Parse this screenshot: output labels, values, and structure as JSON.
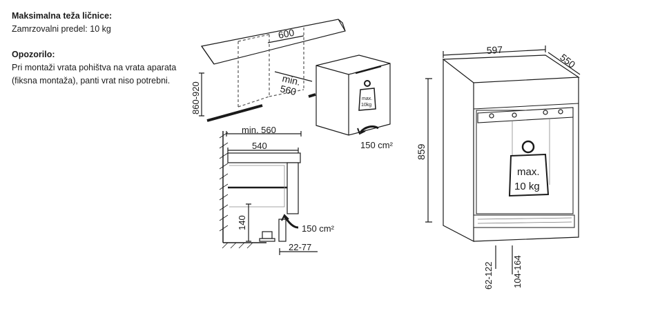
{
  "notes": {
    "load_heading": "Maksimalna teža ličnice:",
    "load_text": "Zamrzovalni predel: 10 kg",
    "warning_heading": "Opozorilo:",
    "warning_line1": "Pri montaži vrata pohištva na vrata aparata",
    "warning_line2": "(fiksna montaža), panti vrat niso potrebni."
  },
  "niche_view": {
    "width": "600",
    "height": "860-920",
    "min_depth_label": "min.",
    "min_depth_value": "560",
    "vent_area": "150 cm²",
    "weight_label": "max.",
    "weight_value": "10kg"
  },
  "section_view": {
    "min_depth": "min. 560",
    "depth": "540",
    "plinth_height": "140",
    "vent_area": "150 cm²",
    "plinth_offset": "22-77"
  },
  "appliance_view": {
    "width": "597",
    "depth": "550",
    "height": "859",
    "foot_height_1": "62-122",
    "foot_height_2": "104-164",
    "weight_label": "max.",
    "weight_value": "10 kg"
  }
}
